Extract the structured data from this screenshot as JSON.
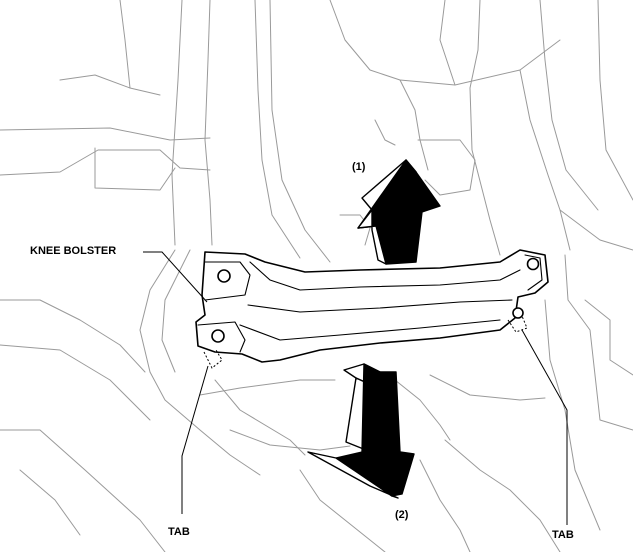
{
  "labels": {
    "knee_bolster": "KNEE BOLSTER",
    "step_1": "(1)",
    "step_2": "(2)",
    "tab_left": "TAB",
    "tab_right": "TAB"
  },
  "colors": {
    "line": "#000000",
    "background_line": "#9a9a9a",
    "arrow_fill": "#000000",
    "background": "#ffffff"
  },
  "icons": {
    "step_1_arrow": "arrow-up-icon",
    "step_2_arrow": "arrow-down-icon"
  }
}
